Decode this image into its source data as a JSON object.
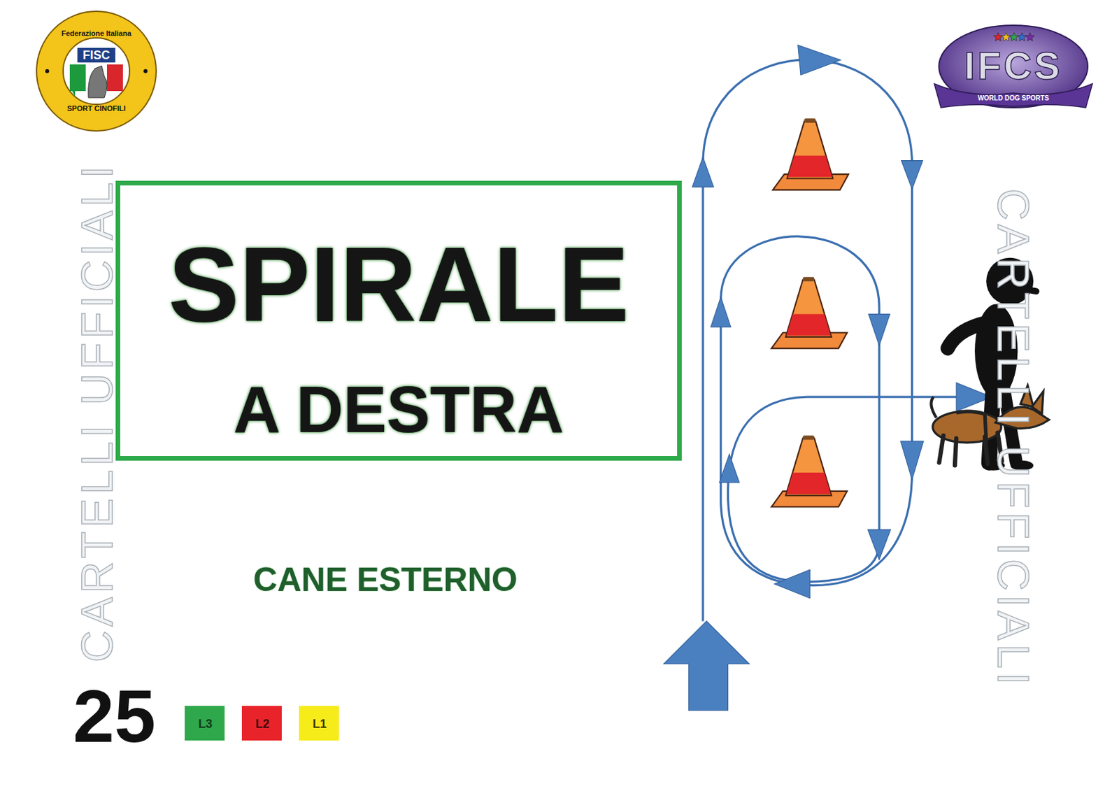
{
  "diagram": {
    "nodes": [
      {
        "text": [
          "Federazione Italiana",
          "FISC",
          "SPORT CINOFILI"
        ]
      },
      {
        "text": [
          "IFCS",
          "WORLD DOG SPORTS"
        ]
      },
      {
        "text": [
          "SPIRALE",
          "A DESTRA"
        ]
      },
      {
        "text": [
          "L3"
        ]
      },
      {
        "text": [
          "L2"
        ]
      },
      {
        "text": [
          "L1"
        ]
      }
    ],
    "labels": [
      "CANE ESTERNO",
      "25",
      "CARTELLI UFFICIALI",
      "CARTELLI UFFICIALI"
    ]
  }
}
